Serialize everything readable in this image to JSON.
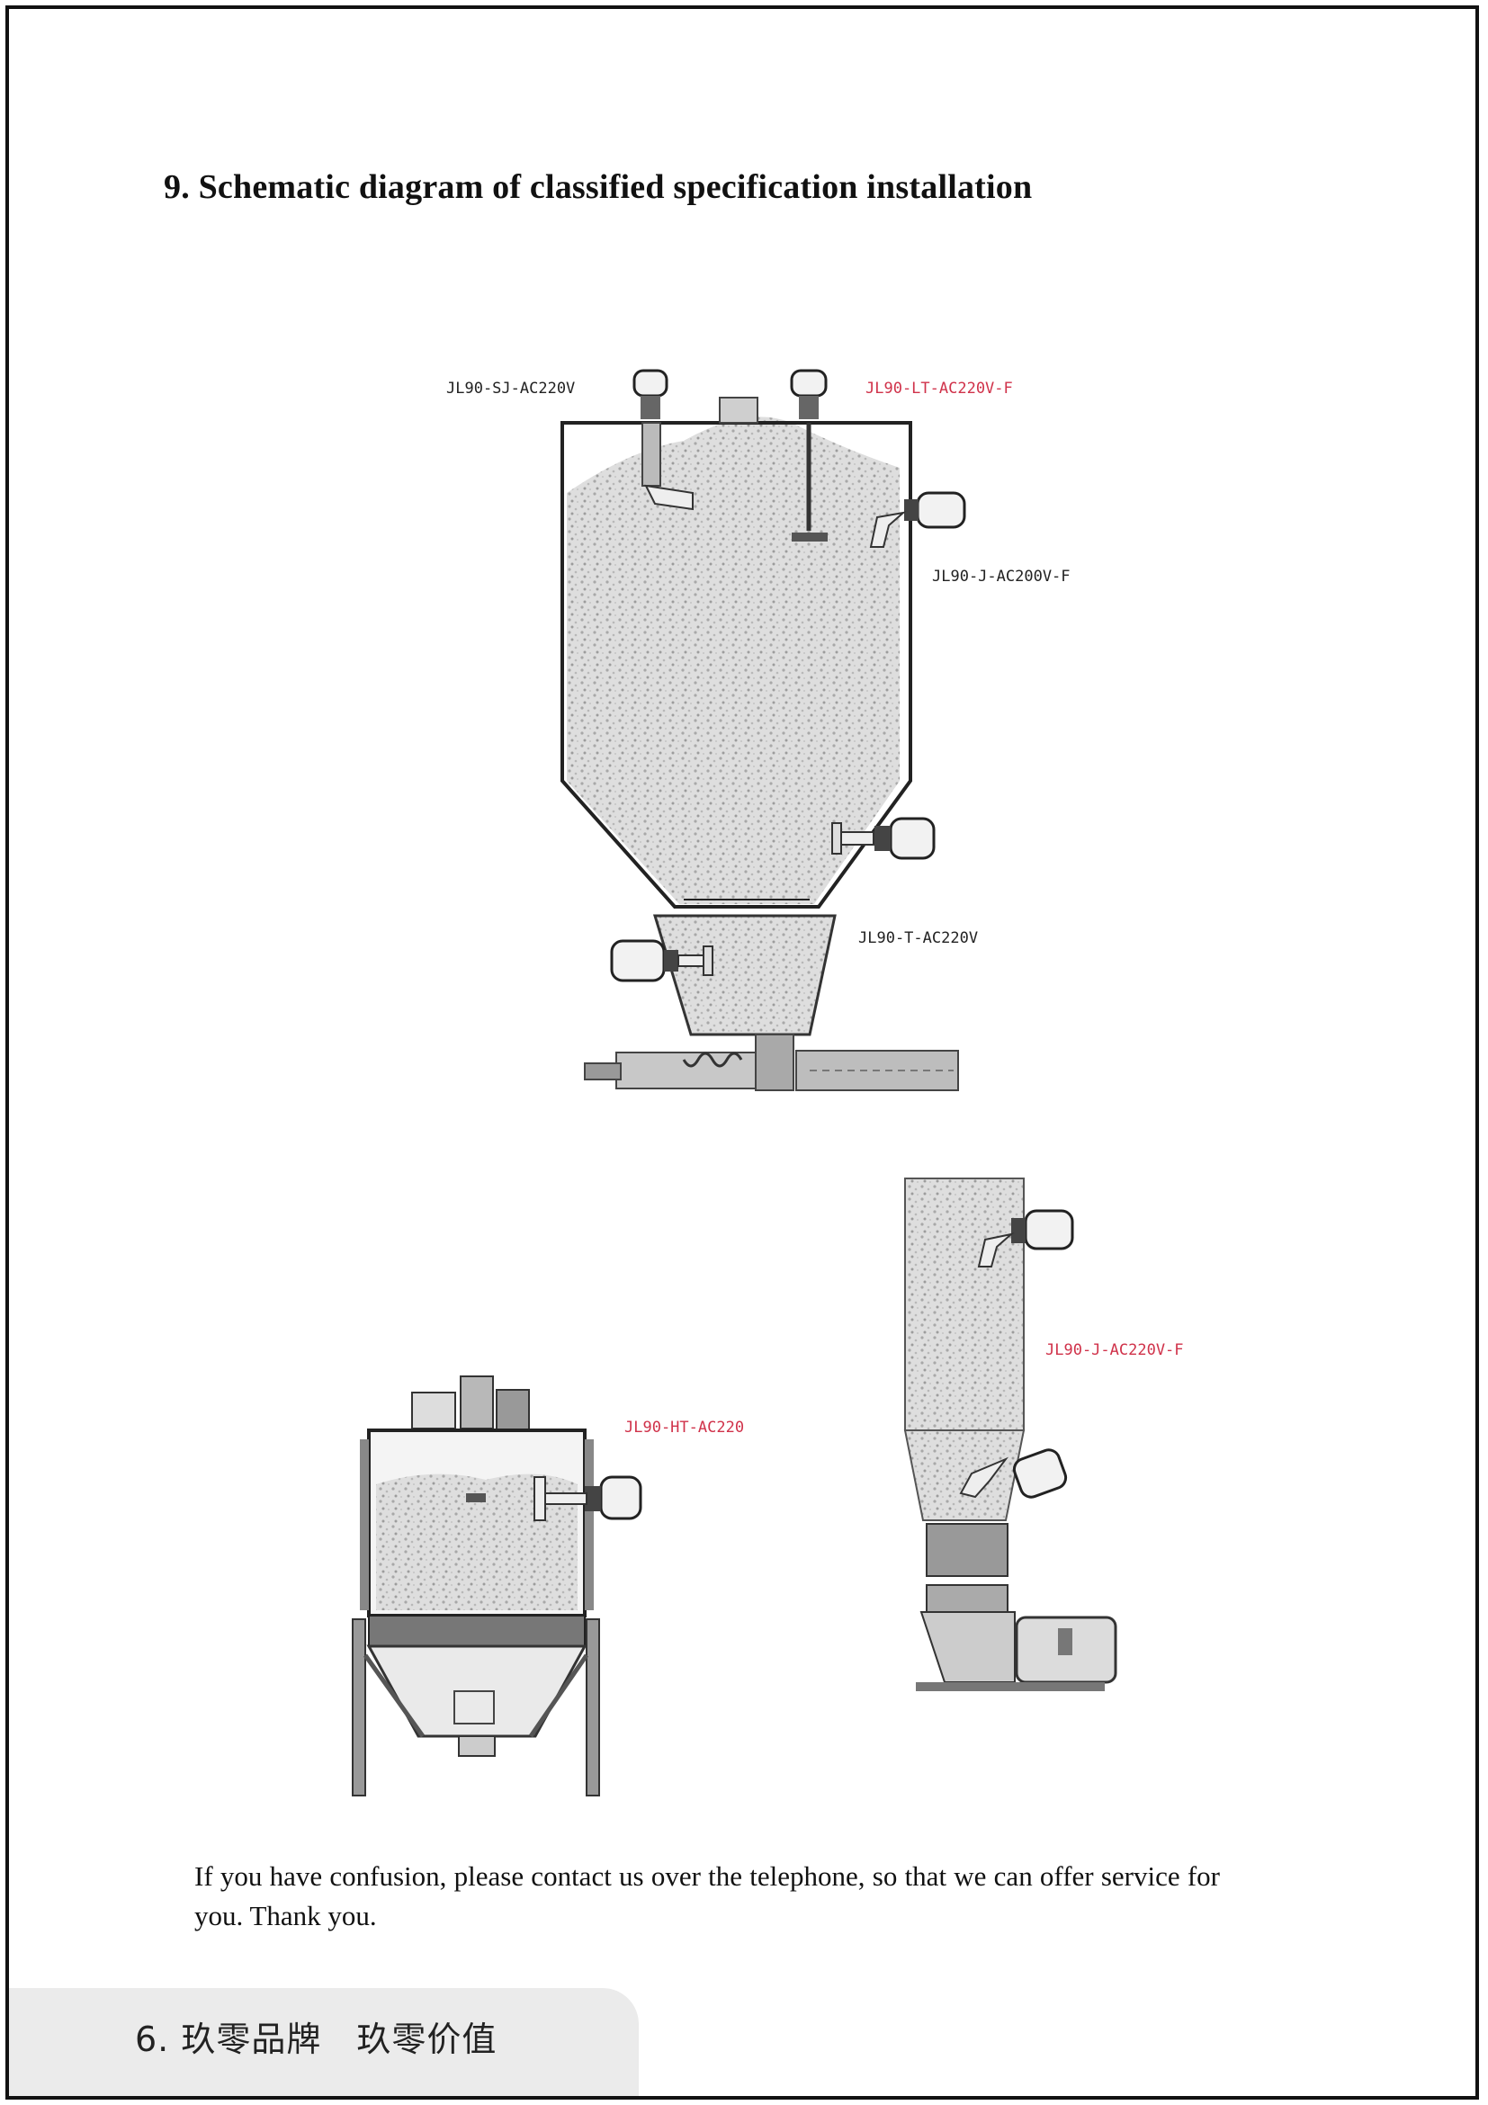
{
  "section_title": "9. Schematic diagram of classified specification installation",
  "labels": {
    "sj": "JL90-SJ-AC220V",
    "lt": "JL90-LT-AC220V-F",
    "j_top": "JL90-J-AC200V-F",
    "t": "JL90-T-AC220V",
    "ht": "JL90-HT-AC220",
    "j_right": "JL90-J-AC220V-F"
  },
  "label_colors": {
    "black": "#222222",
    "red": "#d0324a"
  },
  "closing_text": "If you have confusion, please contact us over the telephone, so that we can offer service for you. Thank you.",
  "footer": {
    "text": "6. 玖零品牌　玖零价值"
  }
}
